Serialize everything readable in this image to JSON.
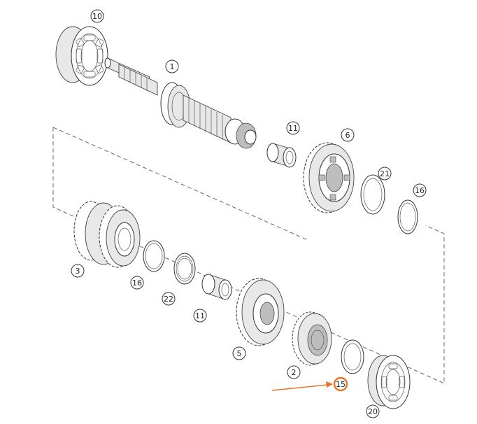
{
  "callouts": [
    {
      "label": "10",
      "highlight": false
    },
    {
      "label": "1",
      "highlight": false
    },
    {
      "label": "11",
      "highlight": false
    },
    {
      "label": "6",
      "highlight": false
    },
    {
      "label": "21",
      "highlight": false
    },
    {
      "label": "16",
      "highlight": false
    },
    {
      "label": "3",
      "highlight": false
    },
    {
      "label": "16",
      "highlight": false
    },
    {
      "label": "22",
      "highlight": false
    },
    {
      "label": "11",
      "highlight": false
    },
    {
      "label": "5",
      "highlight": false
    },
    {
      "label": "2",
      "highlight": false
    },
    {
      "label": "15",
      "highlight": true
    },
    {
      "label": "20",
      "highlight": false
    }
  ],
  "colors": {
    "line": "#333333",
    "highlight": "#e8732a",
    "background": "#ffffff"
  }
}
